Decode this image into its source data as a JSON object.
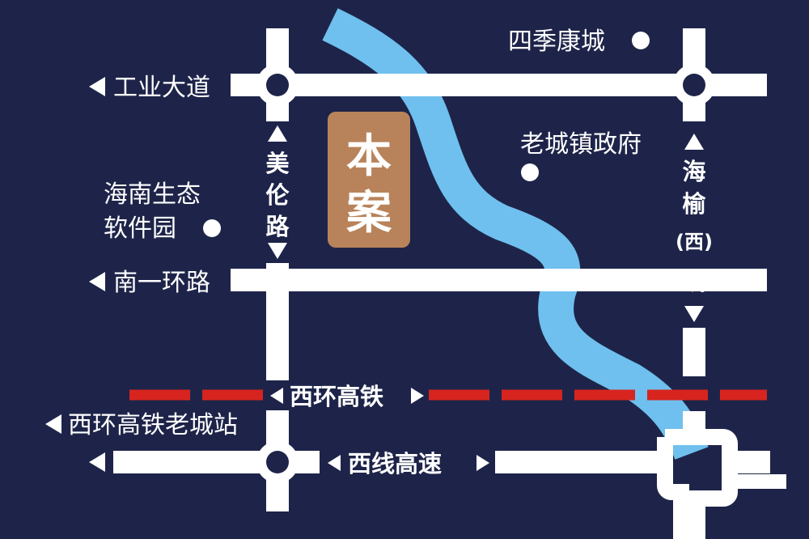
{
  "colors": {
    "background": "#1e2449",
    "road": "#ffffff",
    "river": "#6fc0ee",
    "railway": "#d8241f",
    "project": "#b8835a"
  },
  "project": {
    "line1": "本",
    "line2": "案"
  },
  "roads": {
    "gongye": "工业大道",
    "nanyihuan": "南一环路",
    "meilun": [
      "美",
      "伦",
      "路"
    ],
    "haiyu": [
      "海",
      "榆",
      "(西)",
      "线"
    ],
    "xihuan_rail": "西环高铁",
    "xixian": "西线高速"
  },
  "places": {
    "siji": "四季康城",
    "laocheng_gov": "老城镇政府",
    "software_park_1": "海南生态",
    "software_park_2": "软件园",
    "station": "西环高铁老城站"
  }
}
